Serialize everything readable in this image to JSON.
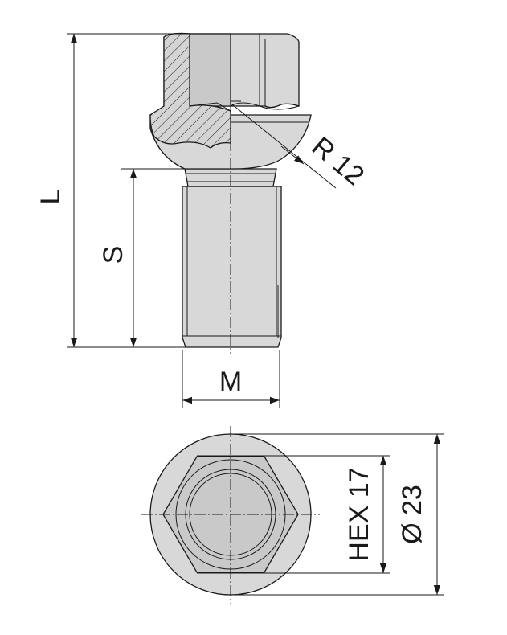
{
  "dimensions": {
    "length_label": "L",
    "shank_label": "S",
    "thread_label": "M",
    "radius_label": "R 12",
    "hex_label": "HEX 17",
    "diameter_label": "Ø 23"
  },
  "colors": {
    "line": "#1a1a1a",
    "metal": "#d8d8d8",
    "background": "#ffffff"
  }
}
